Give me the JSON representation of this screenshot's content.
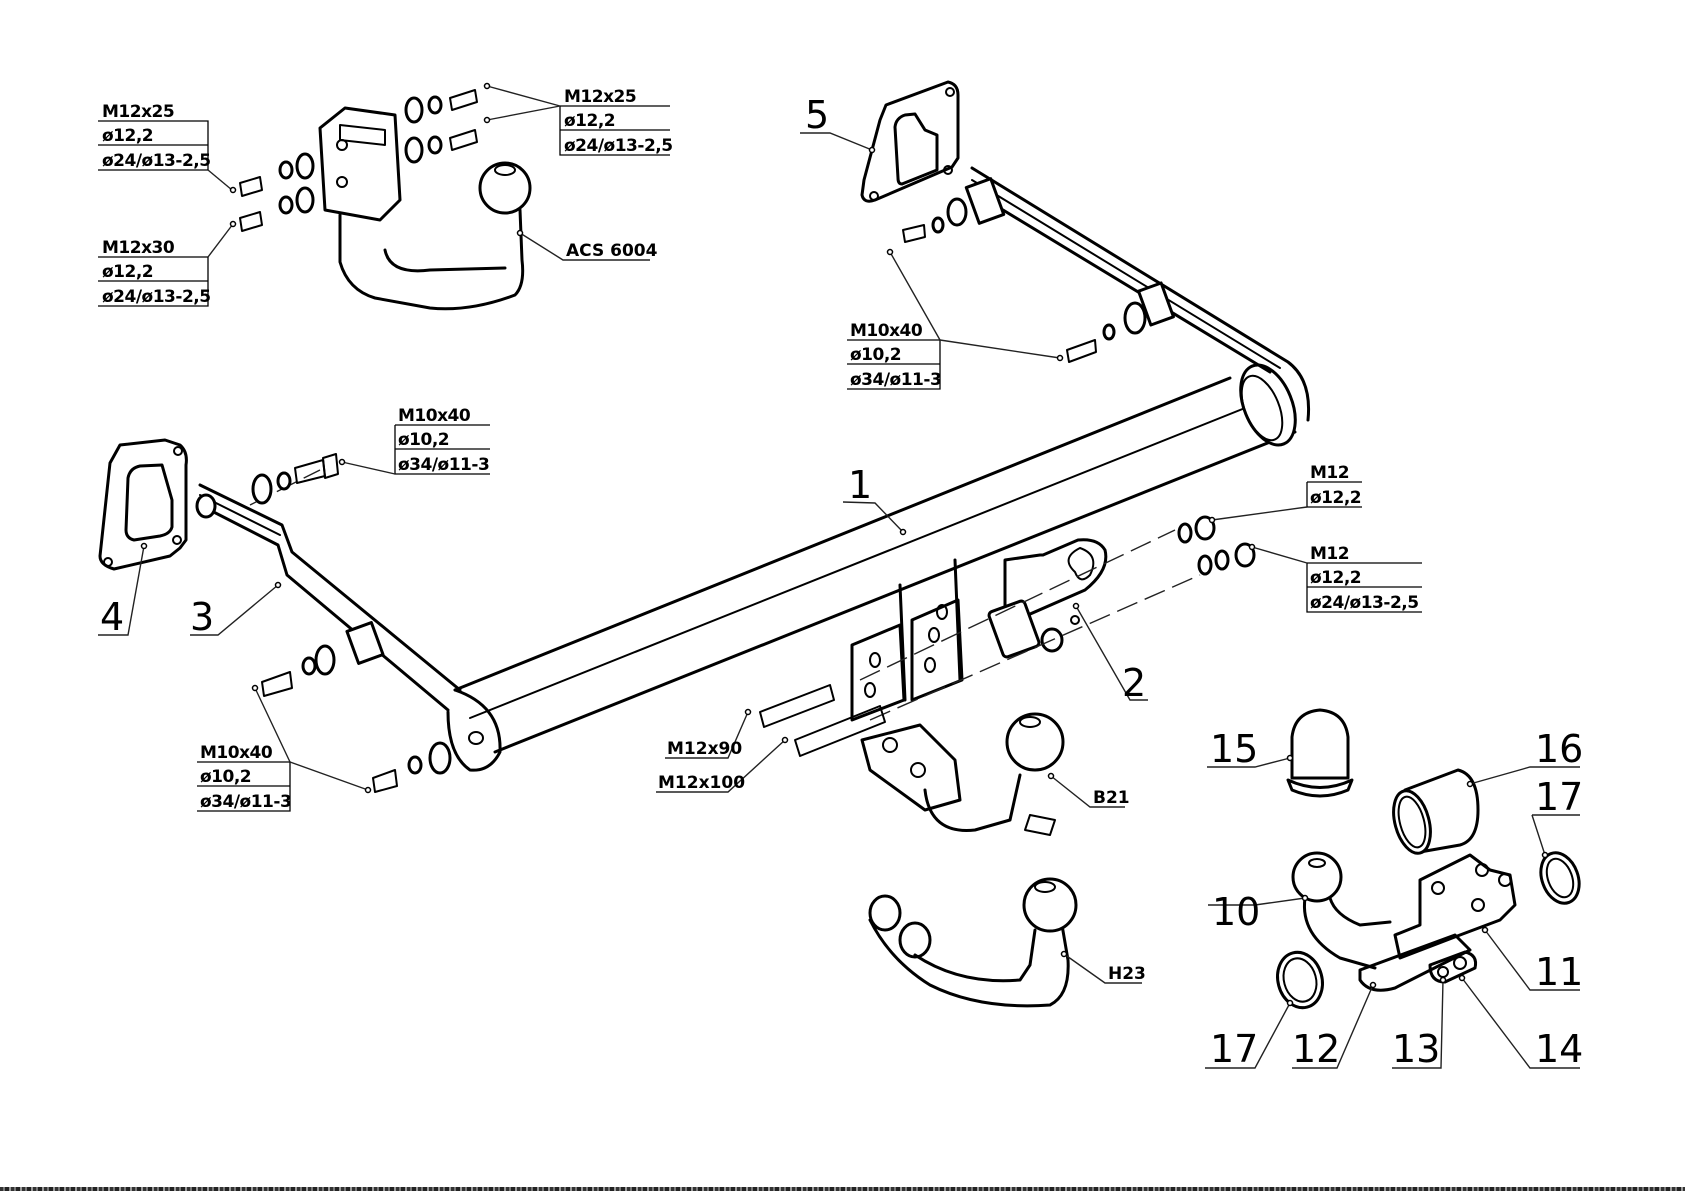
{
  "diagram": {
    "title": "Tow bar exploded parts diagram",
    "part_numbers": {
      "p1": "1",
      "p2": "2",
      "p3": "3",
      "p4": "4",
      "p5": "5",
      "p10": "10",
      "p11": "11",
      "p12": "12",
      "p13": "13",
      "p14": "14",
      "p15": "15",
      "p16": "16",
      "p17a": "17",
      "p17b": "17"
    },
    "ball_codes": {
      "acs": "ACS 6004",
      "b21": "B21",
      "h23": "H23"
    },
    "spec_tables": {
      "top_left_upper": [
        "M12x25",
        "ø12,2",
        "ø24/ø13-2,5"
      ],
      "top_left_lower": [
        "M12x30",
        "ø12,2",
        "ø24/ø13-2,5"
      ],
      "top_center": [
        "M12x25",
        "ø12,2",
        "ø24/ø13-2,5"
      ],
      "right_bracket": [
        "M10x40",
        "ø10,2",
        "ø34/ø11-3"
      ],
      "left_bracket_upper": [
        "M10x40",
        "ø10,2",
        "ø34/ø11-3"
      ],
      "left_bracket_lower": [
        "M10x40",
        "ø10,2",
        "ø34/ø11-3"
      ],
      "nut_upper": [
        "M12",
        "ø12,2"
      ],
      "nut_lower": [
        "M12",
        "ø12,2",
        "ø24/ø13-2,5"
      ]
    },
    "bolt_labels": {
      "m12x90": "M12x90",
      "m12x100": "M12x100"
    }
  }
}
